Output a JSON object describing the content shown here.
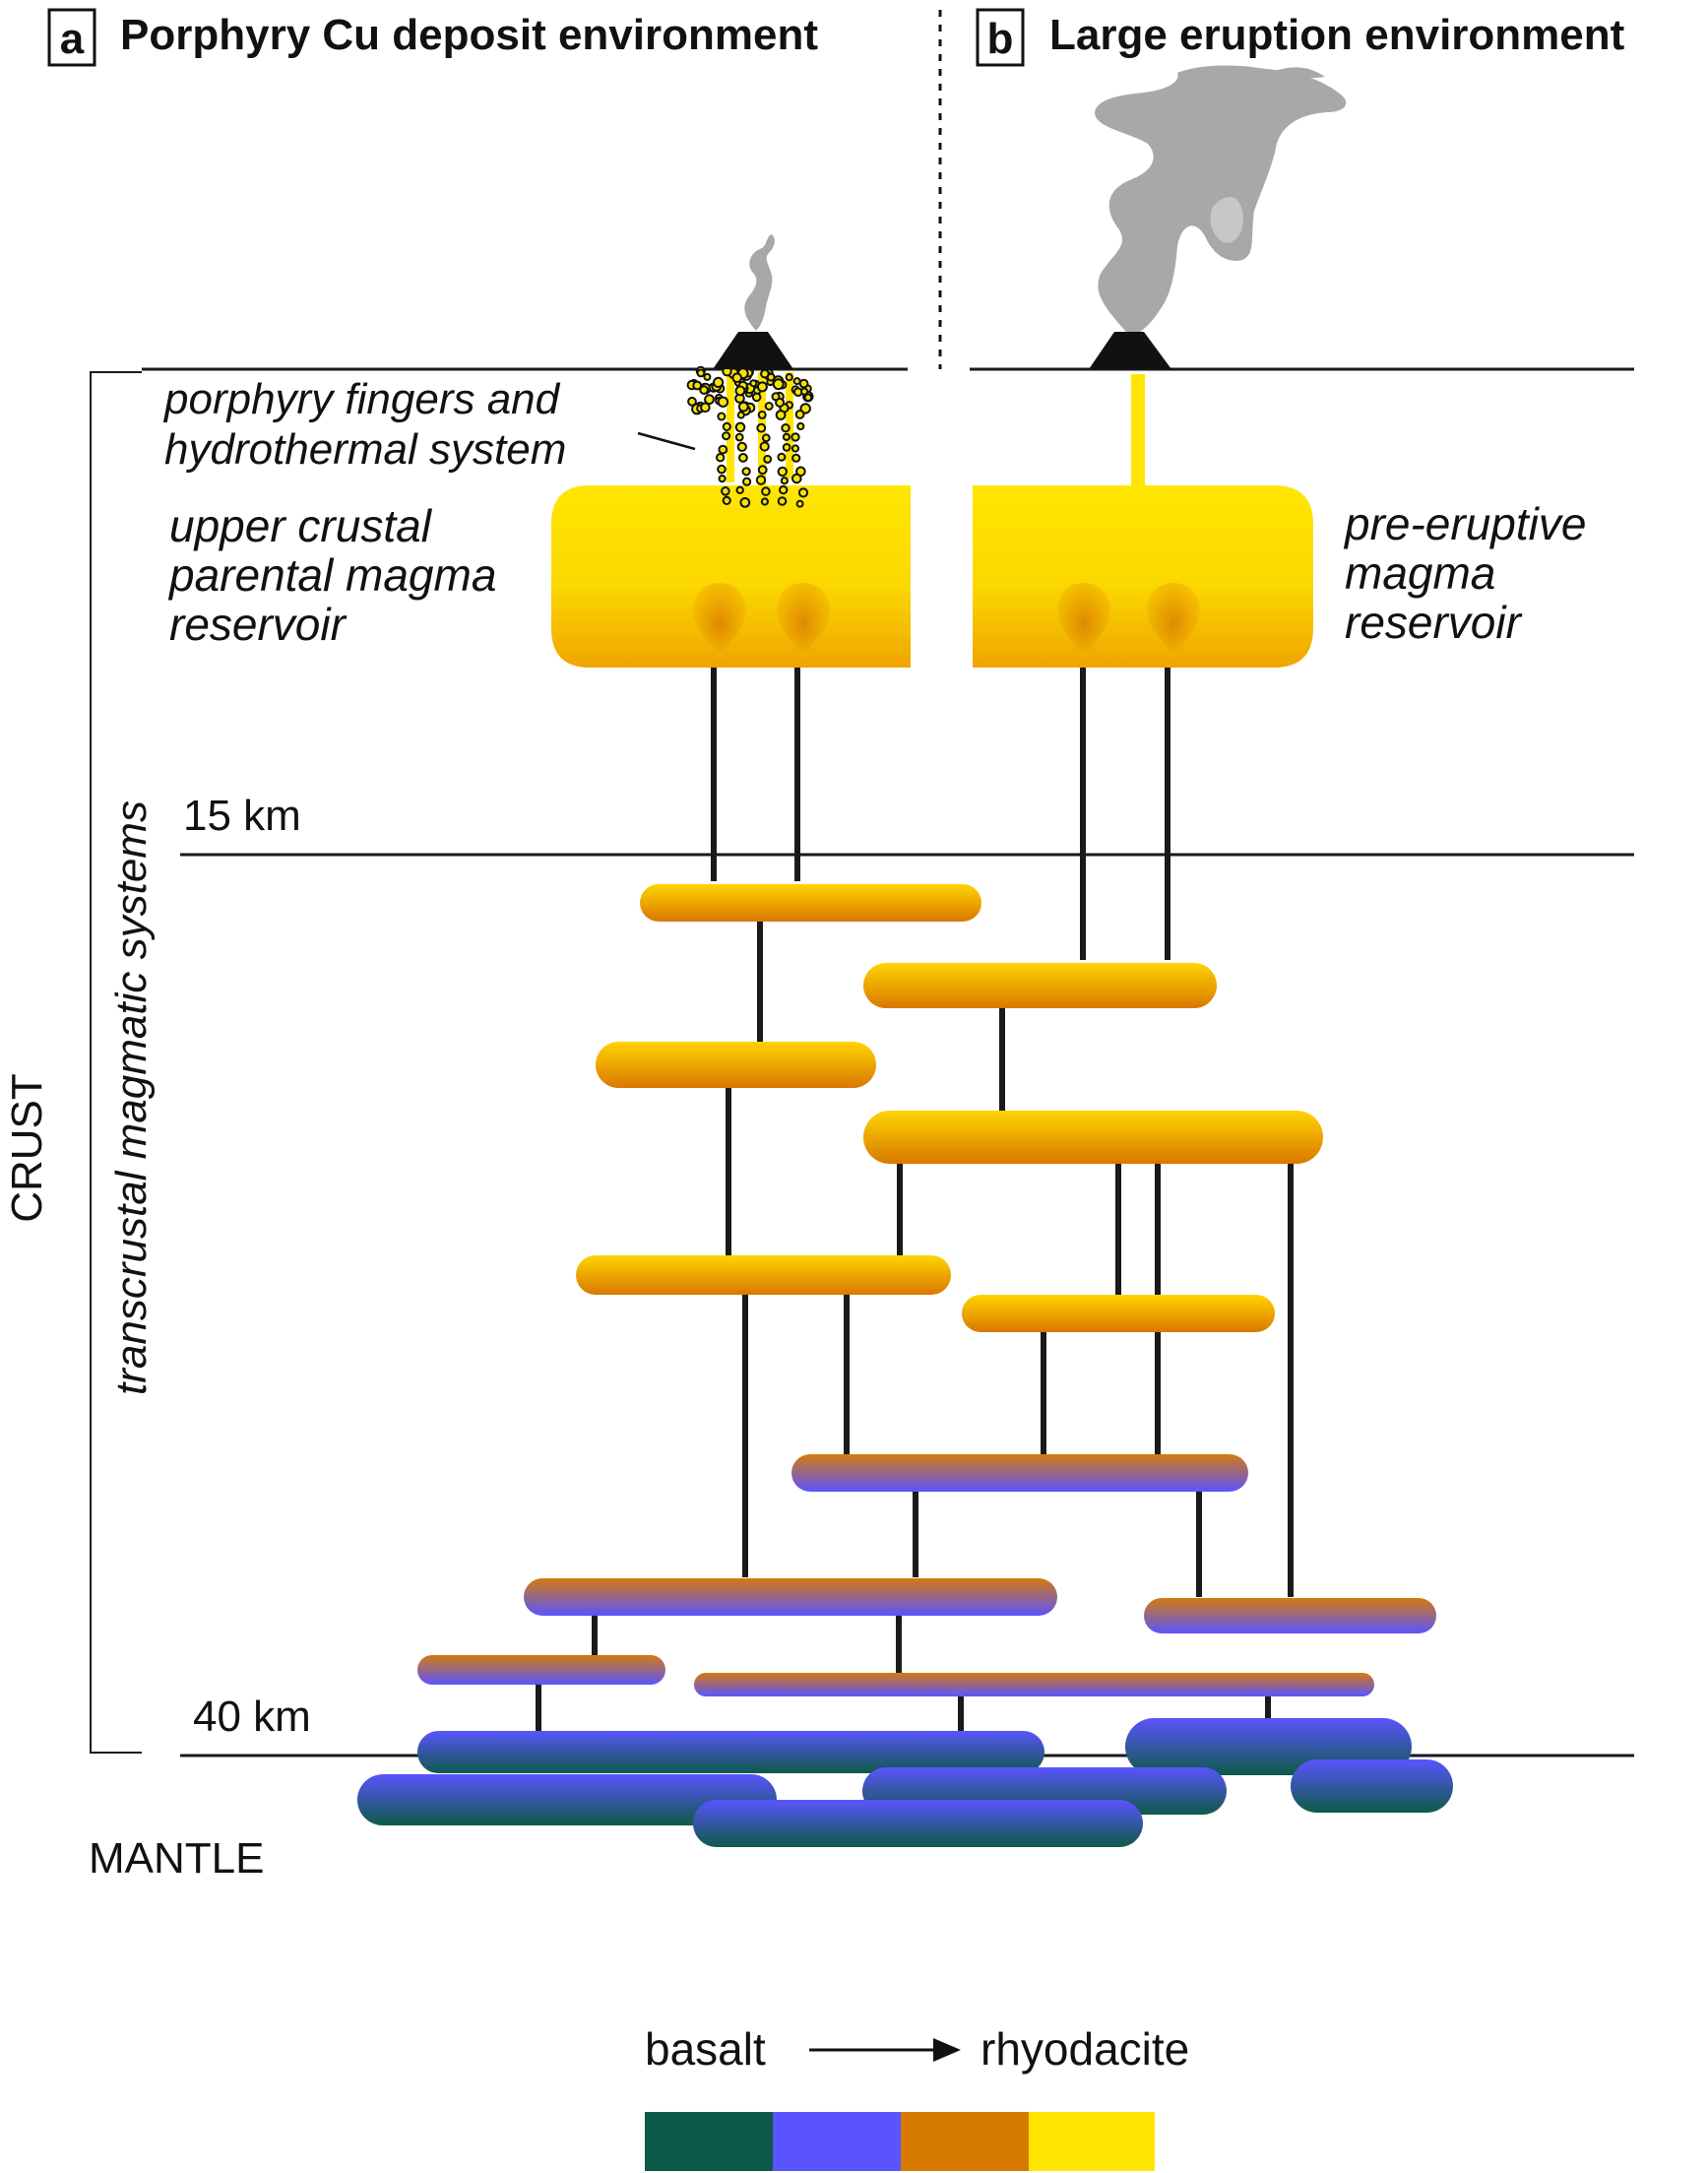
{
  "panels": {
    "a": {
      "letter": "a",
      "title": "Porphyry Cu deposit environment"
    },
    "b": {
      "letter": "b",
      "title": "Large eruption environment"
    }
  },
  "labels": {
    "porphyry_line1": "porphyry fingers and",
    "porphyry_line2": "hydrothermal system",
    "upper_line1": "upper crustal",
    "upper_line2": "parental magma",
    "upper_line3": "reservoir",
    "pre_line1": "pre-eruptive",
    "pre_line2": "magma",
    "pre_line3": "reservoir",
    "depth_15": "15 km",
    "depth_40": "40 km",
    "crust": "CRUST",
    "transcrustal": "transcrustal magmatic systems",
    "mantle": "MANTLE"
  },
  "legend": {
    "from": "basalt",
    "to": "rhyodacite",
    "colors": [
      "#0e5a48",
      "#5a54ff",
      "#d67a00",
      "#ffe600"
    ]
  },
  "colors": {
    "basalt": "#0e5a48",
    "intermediate": "#5a54ff",
    "andesite": "#d67a00",
    "rhyodacite": "#ffe600",
    "plume": "#a8a8a8",
    "line": "#1a1a1a"
  }
}
